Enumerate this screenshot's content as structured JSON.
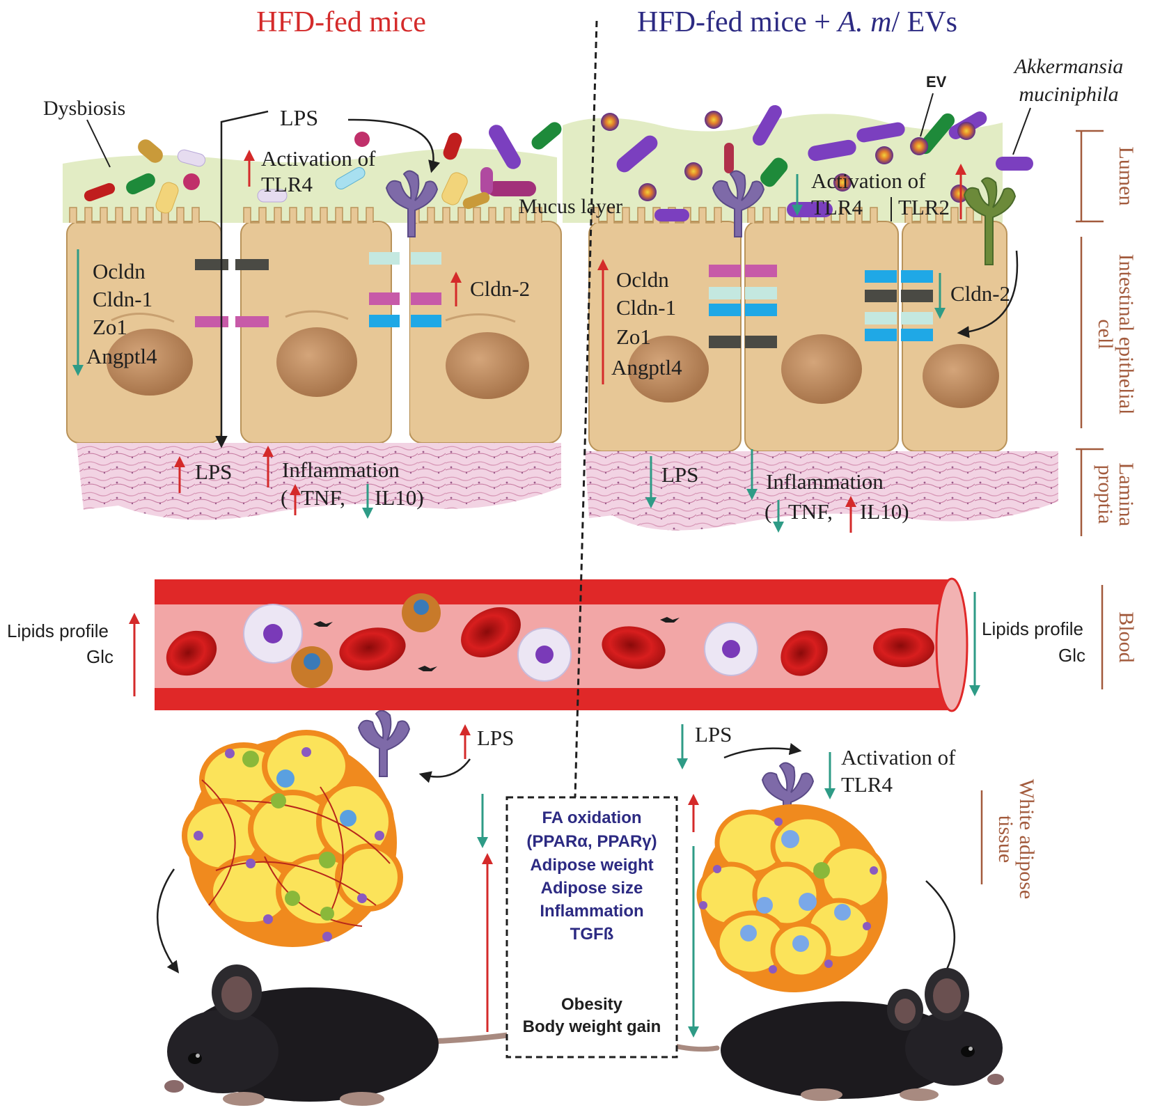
{
  "titles": {
    "left": "HFD-fed mice",
    "right_prefix": "HFD-fed mice + ",
    "right_species": "A. m",
    "right_suffix": "/ EVs"
  },
  "lumen_left": {
    "dysbiosis": "Dysbiosis",
    "lps": "LPS",
    "activation_line1": "Activation of",
    "activation_line2": "TLR4",
    "mucus_layer": "Mucus layer"
  },
  "lumen_right": {
    "ev": "EV",
    "akkermansia_line1": "Akkermansia",
    "akkermansia_line2": "muciniphila",
    "activation_line1": "Activation of",
    "activation_tlr4": "TLR4",
    "activation_tlr2": "TLR2"
  },
  "cells_left": {
    "genes": [
      "Ocldn",
      "Cldn-1",
      "Zo1",
      "Angptl4"
    ],
    "cldn2": "Cldn-2"
  },
  "cells_right": {
    "genes": [
      "Ocldn",
      "Cldn-1",
      "Zo1",
      "Angptl4"
    ],
    "cldn2": "Cldn-2"
  },
  "lamina_left": {
    "lps": "LPS",
    "inflammation": "Inflammation",
    "paren_open": "(",
    "tnf": "TNF,",
    "il10": "IL10)"
  },
  "lamina_right": {
    "lps": "LPS",
    "inflammation": "Inflammation",
    "paren_open": "(",
    "tnf": "TNF,",
    "il10": "IL10)"
  },
  "blood": {
    "left_line1": "Lipids profile",
    "left_line2": "Glc",
    "right_line1": "Lipids profile",
    "right_line2": "Glc"
  },
  "adipose": {
    "lps_left": "LPS",
    "lps_right": "LPS",
    "activation_line1": "Activation of",
    "activation_line2": "TLR4"
  },
  "center_box": {
    "items": [
      "FA oxidation",
      "(PPARα, PPARγ)",
      "Adipose weight",
      "Adipose size",
      "Inflammation",
      "TGFß"
    ],
    "outcomes": [
      "Obesity",
      "Body weight gain"
    ]
  },
  "side_labels": {
    "lumen": "Lumen",
    "epithelial_line1": "Intestinal epithelial",
    "epithelial_line2": "cell",
    "lamina_line1": "Lamina",
    "lamina_line2": "proptia",
    "blood": "Blood",
    "adipose_line1": "White adipose",
    "adipose_line2": "tissue"
  },
  "colors": {
    "up_arrow": "#d42a2a",
    "down_arrow": "#2e9b86",
    "title_left": "#d42a2a",
    "title_right": "#2c2a82",
    "box_text": "#2c2a82",
    "side_label": "#a25a3c",
    "cell_fill": "#e7c796",
    "mucus": "#e2ecc4",
    "vessel": "#e02828",
    "lamina": "#f2cfe0",
    "adipocyte": "#fbe35a"
  }
}
